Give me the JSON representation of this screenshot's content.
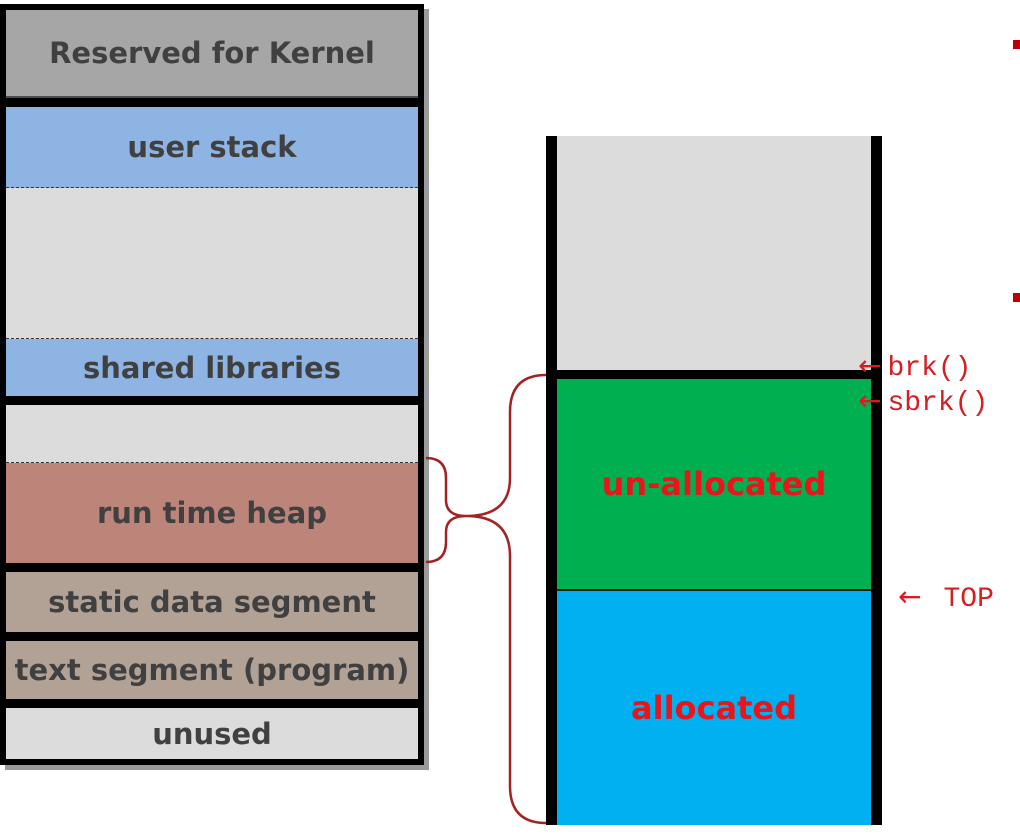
{
  "memory_map": {
    "segments": [
      {
        "label": "Reserved for Kernel",
        "color": "#a6a6a6"
      },
      {
        "label": "user stack",
        "color": "#8eb4e3"
      },
      {
        "label": "",
        "color": "#dcdcdc"
      },
      {
        "label": "shared libraries",
        "color": "#8eb4e3"
      },
      {
        "label": "",
        "color": "#dcdcdc"
      },
      {
        "label": "run time heap",
        "color": "#bd857a"
      },
      {
        "label": "static data segment",
        "color": "#b2a195"
      },
      {
        "label": "text segment (program)",
        "color": "#b2a195"
      },
      {
        "label": "unused",
        "color": "#dcdcdc"
      }
    ]
  },
  "heap": {
    "blocks": [
      {
        "label": "",
        "color": "#dcdcdc"
      },
      {
        "label": "un-allocated",
        "color": "#00b050"
      },
      {
        "label": "allocated",
        "color": "#00b0f0"
      }
    ],
    "pointers": {
      "brk": "brk()",
      "sbrk": "sbrk()",
      "top": "TOP"
    },
    "arrow_glyph": "←",
    "pointer_color": "#d51e24",
    "brace_color": "#a32222"
  }
}
